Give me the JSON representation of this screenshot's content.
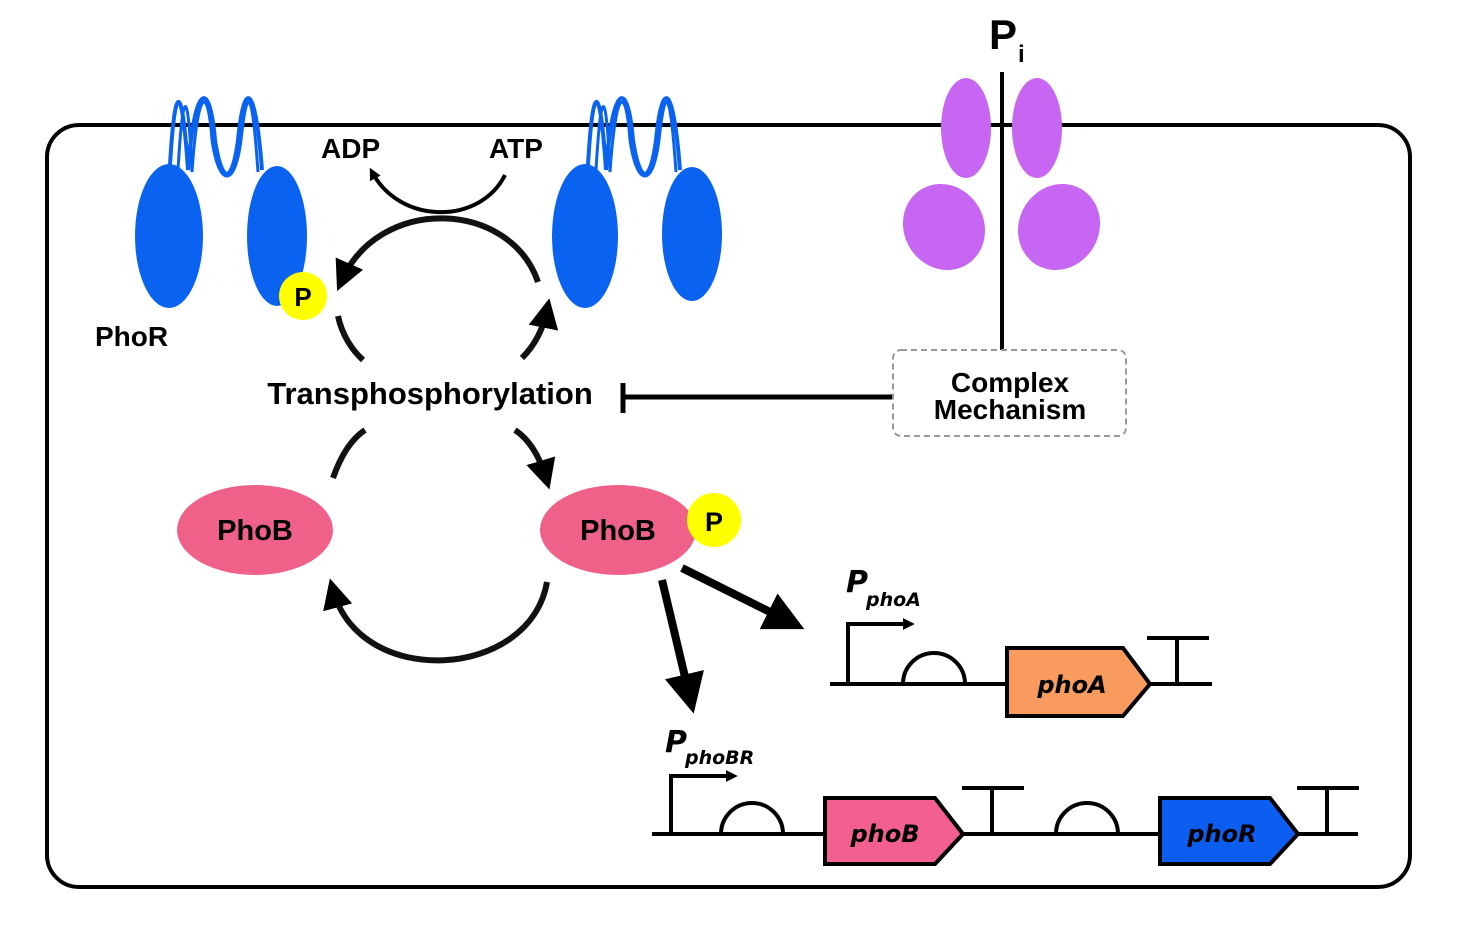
{
  "labels": {
    "pi": "P",
    "pi_sub": "i",
    "adp": "ADP",
    "atp": "ATP",
    "phor": "PhoR",
    "phosphate": "P",
    "transphosphorylation": "Transphosphorylation",
    "complex_line1": "Complex",
    "complex_line2": "Mechanism",
    "phob_left": "PhoB",
    "phob_right": "PhoB",
    "promoter_phoA": "P",
    "promoter_phoA_sub": "phoA",
    "promoter_phoBR": "P",
    "promoter_phoBR_sub": "phoBR"
  },
  "genes": {
    "phoA": "phoA",
    "phoB": "phoB",
    "phoR": "phoR"
  },
  "colors": {
    "phor_blue": "#0a63f0",
    "transporter_purple": "#c766f2",
    "phob_pink": "#f0618a",
    "phosphate_yellow": "#ffff00",
    "phoA_orange": "#f99b5f",
    "phoB_gene_pink": "#f25f90",
    "phoR_gene_blue": "#0b5ef0"
  }
}
